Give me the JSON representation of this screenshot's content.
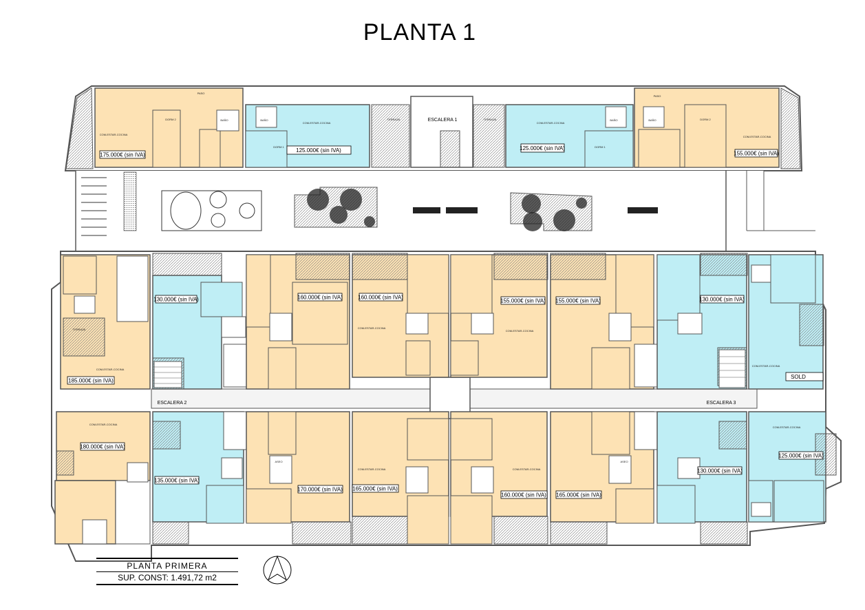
{
  "title": "PLANTA   1",
  "legend": {
    "line1": "PLANTA PRIMERA",
    "line2": "SUP. CONST: 1.491,72 m2"
  },
  "stairs": {
    "escalera1": "ESCALERA 1",
    "escalera2": "ESCALERA 2",
    "escalera3": "ESCALERA 3"
  },
  "prices": {
    "top_1": "175.000€ (sin IVA)",
    "top_2": "125.000€ (sin IVA)",
    "top_3": "125.000€ (sin IVA)",
    "top_4": "155.000€ (sin IVA)",
    "mid_1": "130.000€ (sin IVA)",
    "mid_2": "160.000€ (sin IVA)",
    "mid_3": "160.000€ (sin IVA)",
    "mid_4": "155.000€ (sin IVA)",
    "mid_5": "155.000€ (sin IVA)",
    "mid_6": "130.000€ (sin IVA)",
    "mid_7": "185.000€ (sin IVA)",
    "sold": "SOLD",
    "low_1": "180.000€ (sin IVA)",
    "low_2": "135.000€ (sin IVA)",
    "low_3": "170.000€ (sin IVA)",
    "low_4": "165.000€ (sin IVA)",
    "low_5": "160.000€ (sin IVA)",
    "low_6": "165.000€ (sin IVA)",
    "low_7": "130.000€ (sin IVA)",
    "low_8": "125.000€ (sin IVA)"
  },
  "room_labels": {
    "com_estar_cocina": "COM-ESTAR-COCINA",
    "dorm1": "DORM 1",
    "dorm2": "DORM 2",
    "bano": "BAÑO",
    "paso": "PASO",
    "terraza": "TERRAZA",
    "aseo": "ASEO"
  },
  "colors": {
    "orange_unit": "#fde2b4",
    "blue_unit": "#bfeef5",
    "wall": "#555555",
    "corridor": "#f4f4f4"
  }
}
